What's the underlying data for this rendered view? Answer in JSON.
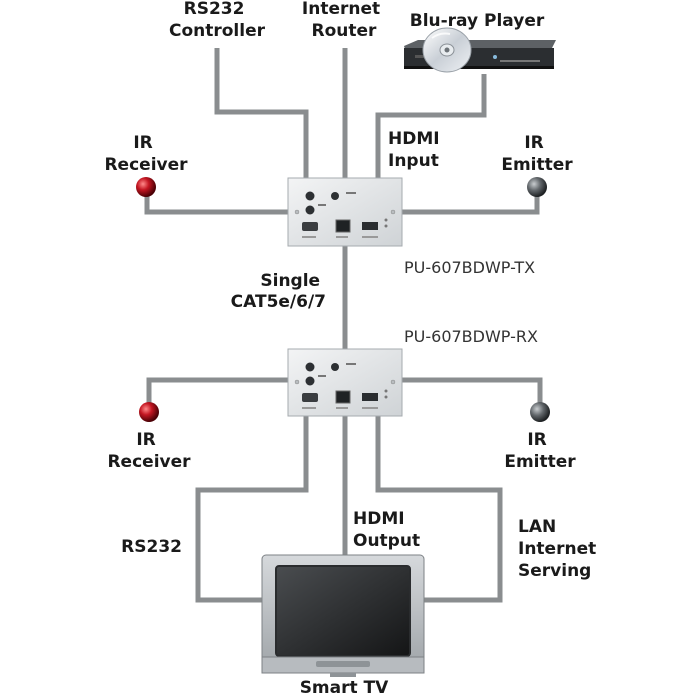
{
  "labels": {
    "rs232_controller": [
      "RS232",
      "Controller"
    ],
    "internet_router": [
      "Internet",
      "Router"
    ],
    "bluray_player": "Blu-ray Player",
    "ir_receiver_top": [
      "IR",
      "Receiver"
    ],
    "hdmi_input": [
      "HDMI",
      "Input"
    ],
    "ir_emitter_top": [
      "IR",
      "Emitter"
    ],
    "tx_model": "PU-607BDWP-TX",
    "single_cat": [
      "Single",
      "CAT5e/6/7"
    ],
    "rx_model": "PU-607BDWP-RX",
    "ir_receiver_bottom": [
      "IR",
      "Receiver"
    ],
    "ir_emitter_bottom": [
      "IR",
      "Emitter"
    ],
    "hdmi_output": [
      "HDMI",
      "Output"
    ],
    "rs232": "RS232",
    "lan_internet": [
      "LAN",
      "Internet",
      "Serving"
    ],
    "smart_tv": "Smart TV"
  },
  "colors": {
    "wire": "#8a8d8f",
    "ir_receiver": "#b3101a",
    "ir_emitter": "#555a5e",
    "plate": "#dcdfe2"
  }
}
